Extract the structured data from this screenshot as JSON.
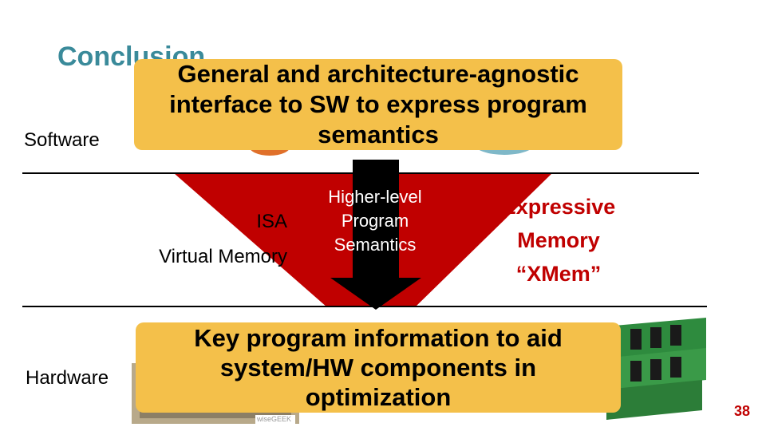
{
  "slide": {
    "title": "Conclusion",
    "page_number": "38"
  },
  "layers": {
    "software_label": "Software",
    "isa_label": "ISA",
    "virtual_memory_label": "Virtual Memory",
    "hardware_label": "Hardware"
  },
  "arrow_text": {
    "line1": "Higher-level",
    "line2": "Program",
    "line3": "Semantics"
  },
  "xmem": {
    "line1": "Expressive",
    "line2": "Memory",
    "line3": "“XMem”"
  },
  "top_callout": {
    "line1": "General and architecture-agnostic",
    "line2": "interface to SW to express program",
    "line3": "semantics"
  },
  "bottom_callout": {
    "line1": "Key program information to aid",
    "line2": "system/HW components in",
    "line3": "optimization"
  },
  "image_credit": "wiseGEEK",
  "colors": {
    "title": "#3a8a9a",
    "callout": "#f4c04a",
    "arrow_red": "#c00000",
    "arrow_black": "#000000",
    "xmem_text": "#c00000"
  }
}
